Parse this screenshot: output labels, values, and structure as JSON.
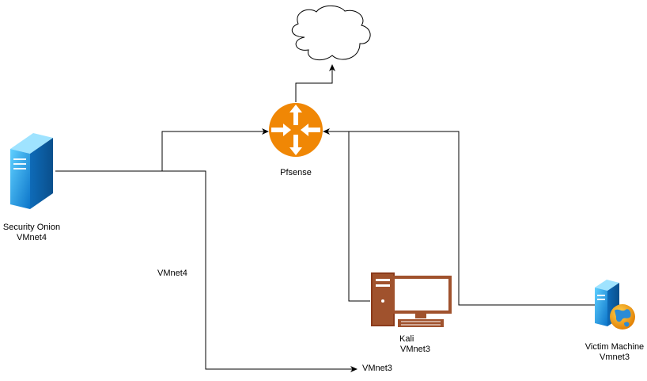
{
  "nodes": {
    "internet": {
      "icon": "cloud-icon"
    },
    "pfsense": {
      "label": "Pfsense",
      "icon": "router-icon",
      "color": "#f08705"
    },
    "security_onion": {
      "label_line1": "Security Onion",
      "label_line2": "VMnet4",
      "icon": "server-icon",
      "color": "#1ea1e8"
    },
    "kali": {
      "label_line1": "Kali",
      "label_line2": "VMnet3",
      "icon": "desktop-computer-icon",
      "color": "#a0522d"
    },
    "victim": {
      "label_line1": "Victim Machine",
      "label_line2": "Vmnet3",
      "icon": "web-server-icon",
      "color": "#1ea1e8"
    }
  },
  "edge_labels": {
    "vmnet4": "VMnet4",
    "vmnet3": "VMnet3"
  },
  "colors": {
    "line": "#000000",
    "cloud_stroke": "#000000"
  }
}
